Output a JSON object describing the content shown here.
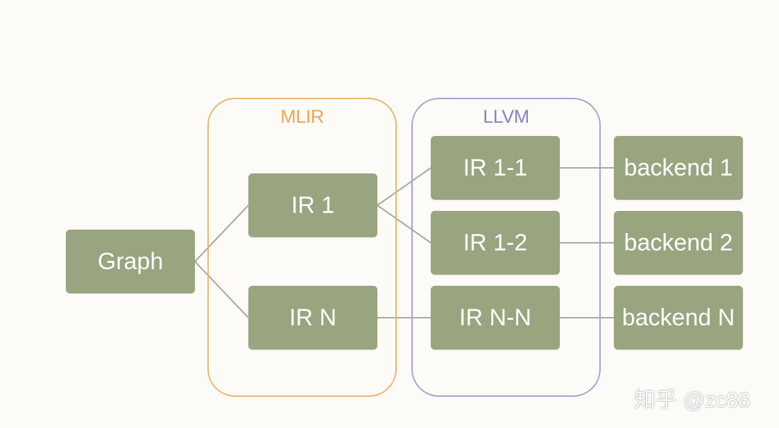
{
  "groups": {
    "mlir": {
      "title": "MLIR",
      "color": "#efb46a"
    },
    "llvm": {
      "title": "LLVM",
      "color": "#a7a1d4"
    }
  },
  "nodes": {
    "graph": "Graph",
    "ir1": "IR 1",
    "irn": "IR N",
    "ir1_1": "IR 1-1",
    "ir1_2": "IR 1-2",
    "irn_n": "IR N-N",
    "backend1": "backend 1",
    "backend2": "backend 2",
    "backendn": "backend N"
  },
  "edges": [
    {
      "from": "graph",
      "to": "ir1"
    },
    {
      "from": "graph",
      "to": "irn"
    },
    {
      "from": "ir1",
      "to": "ir1_1"
    },
    {
      "from": "ir1",
      "to": "ir1_2"
    },
    {
      "from": "irn",
      "to": "irn_n"
    },
    {
      "from": "ir1_1",
      "to": "backend1"
    },
    {
      "from": "ir1_2",
      "to": "backend2"
    },
    {
      "from": "irn_n",
      "to": "backendn"
    }
  ],
  "colors": {
    "node_fill": "#98a57f",
    "edge": "#a8a8a0",
    "background": "#fcfbf8"
  },
  "watermark": "知乎 @zc88"
}
